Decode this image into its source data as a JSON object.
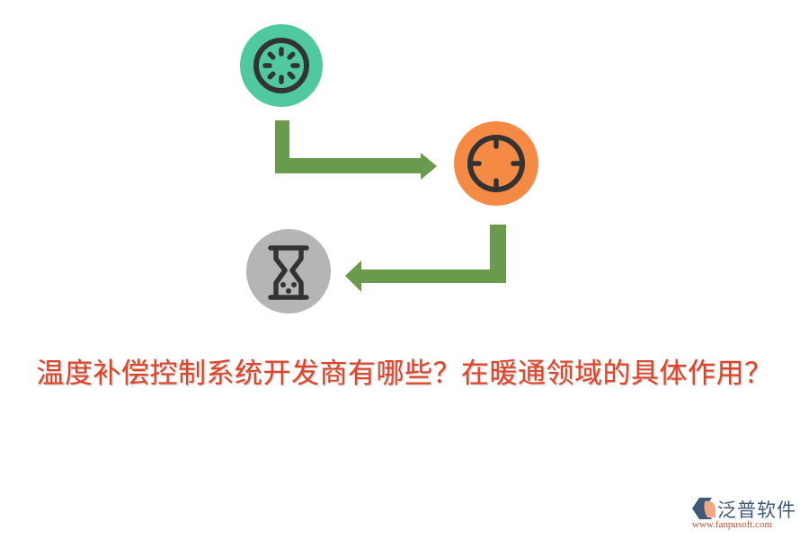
{
  "diagram": {
    "nodes": [
      {
        "id": "start",
        "icon": "loading-spinner-icon",
        "color": "#50c8a0"
      },
      {
        "id": "target",
        "icon": "crosshair-target-icon",
        "color": "#f58a45"
      },
      {
        "id": "wait",
        "icon": "hourglass-icon",
        "color": "#b5b5b5"
      }
    ],
    "arrows": [
      {
        "from": "start",
        "to": "target",
        "direction": "down-then-right",
        "color": "#6a9a4c"
      },
      {
        "from": "target",
        "to": "wait",
        "direction": "down-then-left",
        "color": "#6a9a4c"
      }
    ],
    "icon_stroke_color": "#333333"
  },
  "title": "温度补偿控制系统开发商有哪些？在暖通领域的具体作用？",
  "title_color": "#e24327",
  "logo": {
    "name": "泛普软件",
    "url": "www.fanpusoft.com"
  }
}
